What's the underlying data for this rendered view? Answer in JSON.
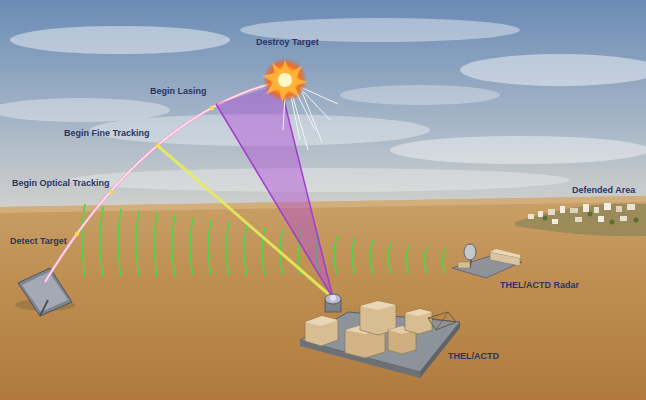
{
  "diagram": {
    "labels": [
      "Destroy Target",
      "Begin Lasing",
      "Begin Fine Tracking",
      "Begin Optical Tracking",
      "Detect Target",
      "Defended Area",
      "THEL/ACTD Radar",
      "THEL/ACTD"
    ]
  }
}
